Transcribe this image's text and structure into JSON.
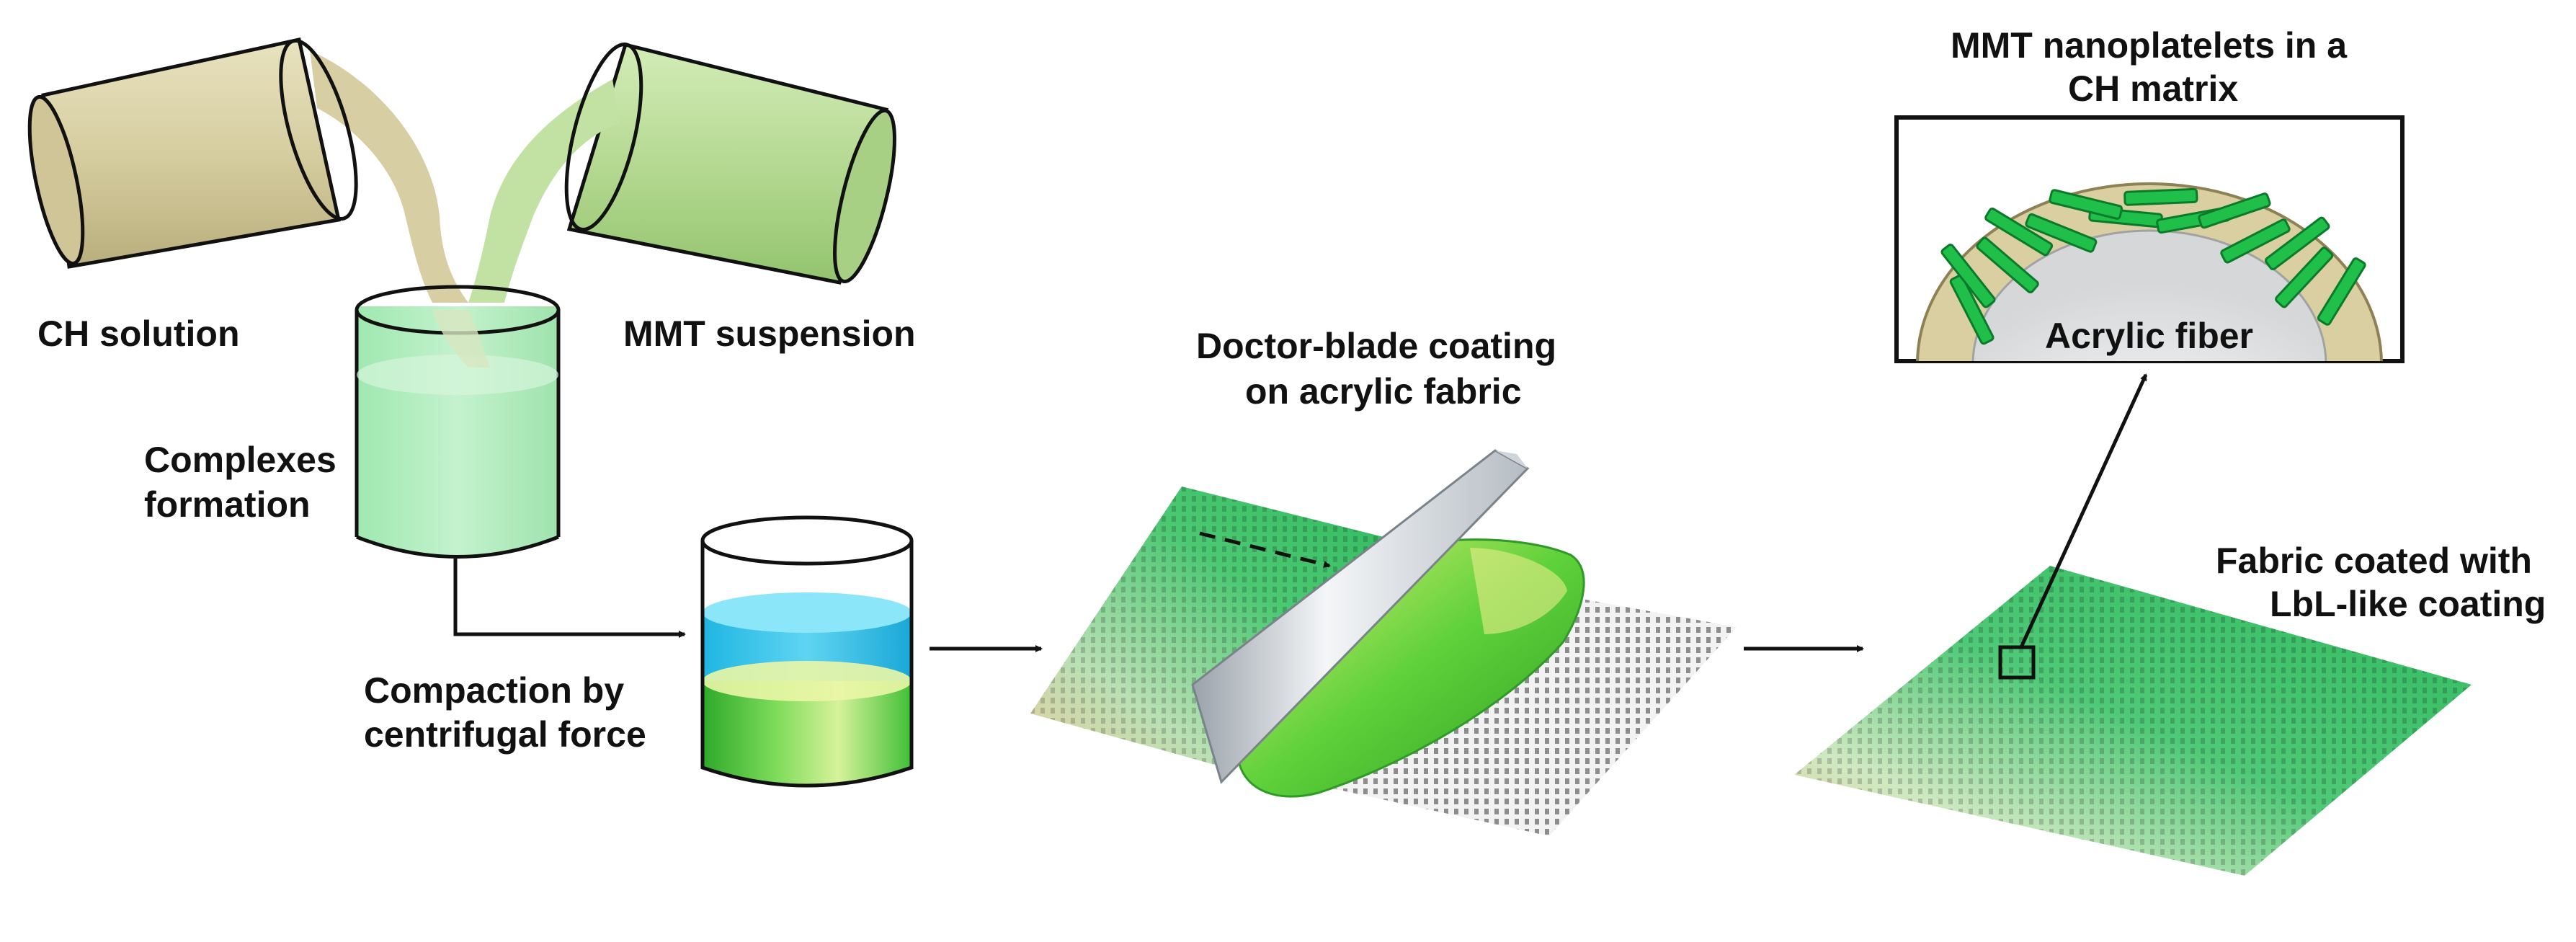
{
  "labels": {
    "ch_solution": "CH solution",
    "mmt_suspension": "MMT suspension",
    "complexes_1": "Complexes",
    "complexes_2": "formation",
    "compaction_1": "Compaction by",
    "compaction_2": "centrifugal force",
    "doctor_1": "Doctor-blade coating",
    "doctor_2": "on acrylic fabric",
    "inset_title_1": "MMT nanoplatelets in a",
    "inset_title_2": "CH matrix",
    "acrylic_fiber": "Acrylic fiber",
    "fabric_1": "Fabric coated with",
    "fabric_2": "LbL-like coating"
  },
  "colors": {
    "ch_solution": "#d9d2a8",
    "mmt_suspension": "#b7dc96",
    "complex_mix": "#a9eab8",
    "supernatant": "#35c4ea",
    "sediment": "#4ccc3a",
    "fabric_green": "#3cc46a",
    "platelet": "#1fbf4a",
    "blade": "#d8dde2"
  }
}
